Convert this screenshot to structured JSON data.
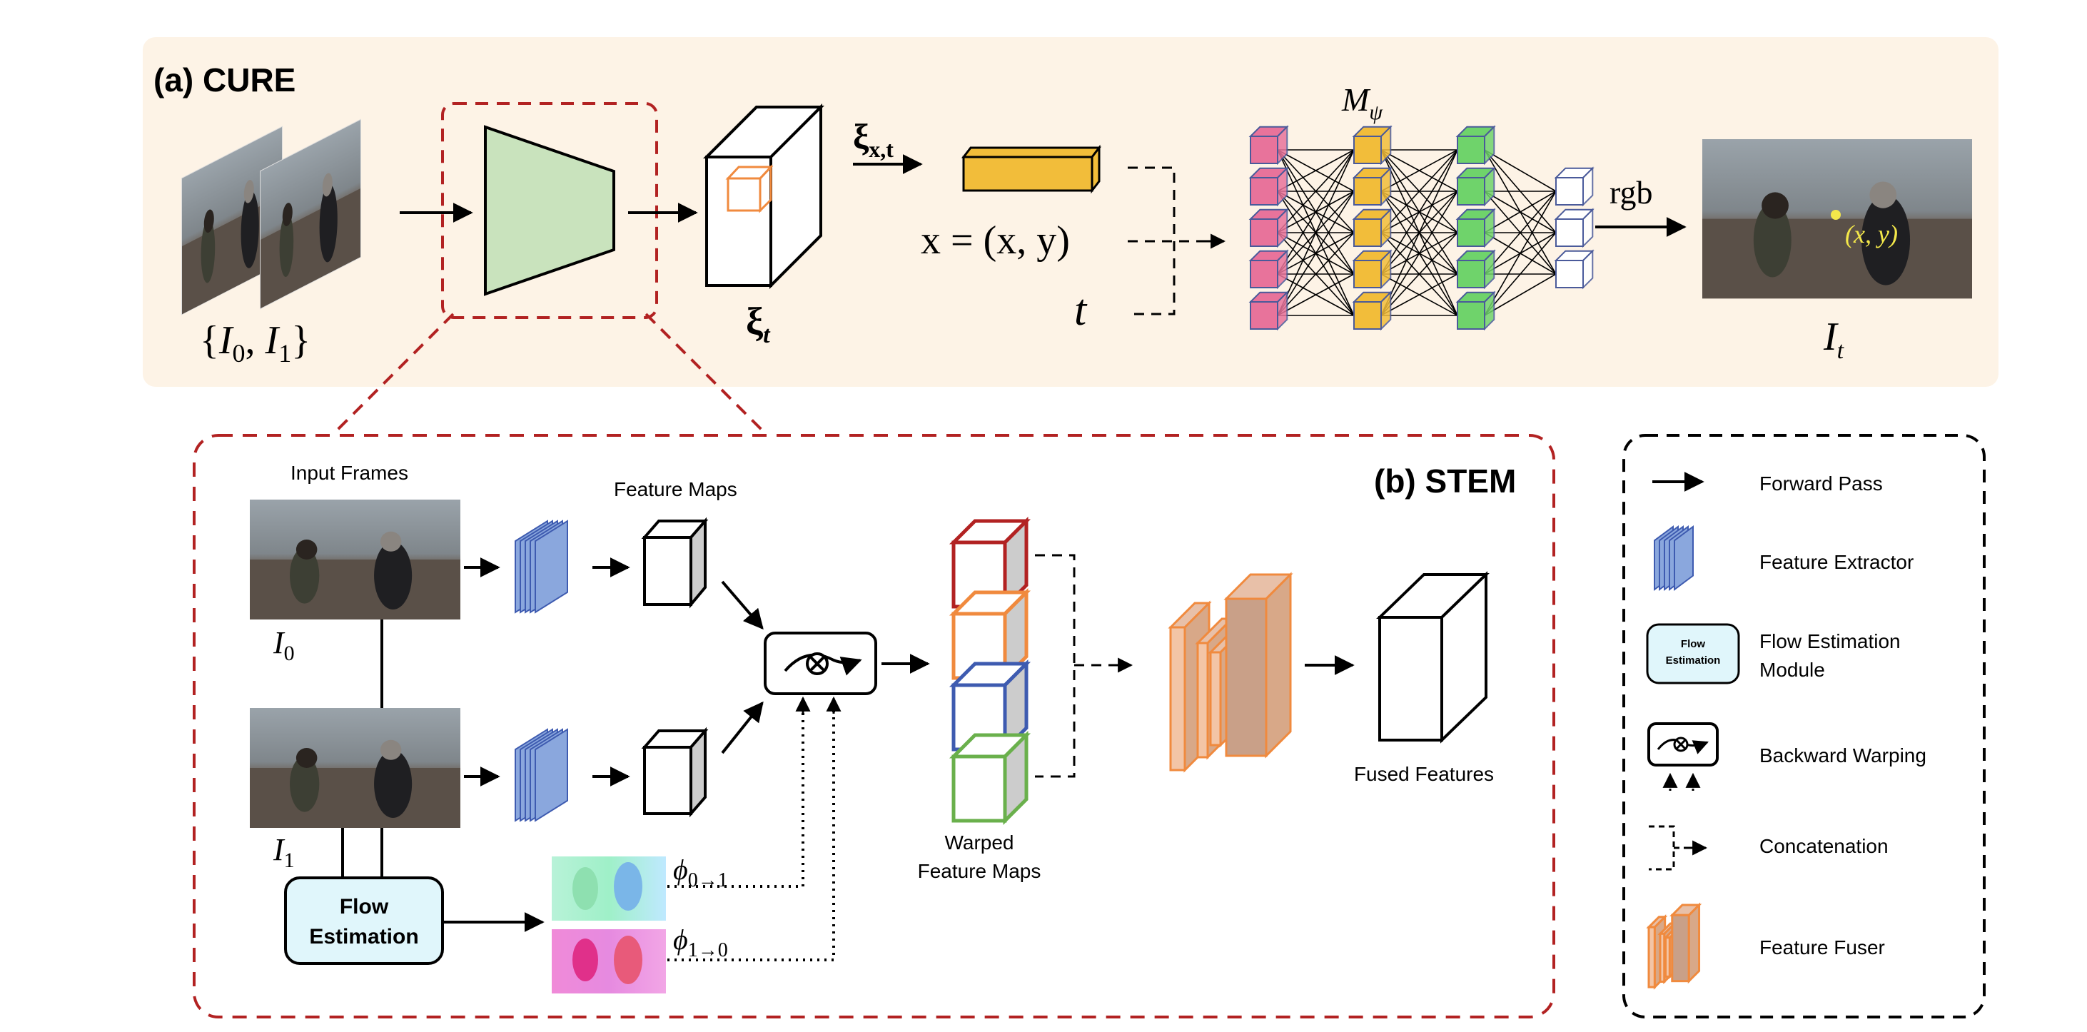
{
  "panel_a": {
    "title": "(a) CURE",
    "input_label_open": "{",
    "input_I": "I",
    "input_sub0": "0",
    "input_comma": ", ",
    "input_sub1": "1",
    "input_label_close": "}",
    "xi_t_main": "ξ",
    "xi_t_sub": "t",
    "xi_xt_main": "ξ",
    "xi_xt_sub": "x,t",
    "coord_label": "x = (x, y)",
    "time_label": "t",
    "mlp_main": "M",
    "mlp_sub": "ψ",
    "rgb_label": "rgb",
    "point_label": "(x, y)",
    "output_main": "I",
    "output_sub": "t"
  },
  "panel_b": {
    "title": "(b) STEM",
    "input_frames_label": "Input Frames",
    "feature_maps_label": "Feature Maps",
    "i0_main": "I",
    "i0_sub": "0",
    "i1_main": "I",
    "i1_sub": "1",
    "flow_estimation_line1": "Flow",
    "flow_estimation_line2": "Estimation",
    "phi01_main": "ϕ",
    "phi01_sub": "0→1",
    "phi10_main": "ϕ",
    "phi10_sub": "1→0",
    "warped_line1": "Warped",
    "warped_line2": "Feature Maps",
    "fused_label": "Fused Features"
  },
  "legend": {
    "forward_pass": "Forward Pass",
    "feature_extractor": "Feature Extractor",
    "flow_module_line1": "Flow Estimation",
    "flow_module_line2": "Module",
    "flow_icon_line1": "Flow",
    "flow_icon_line2": "Estimation",
    "backward_warping": "Backward Warping",
    "concatenation": "Concatenation",
    "feature_fuser": "Feature Fuser"
  },
  "colors": {
    "panel_a_bg": "#fdf3e6",
    "dashed_red": "#b22222",
    "encoder_green": "#c9e3bd",
    "latent_yellow": "#f2bd3a",
    "node_pink": "#e8739b",
    "node_yellow": "#f2bd3a",
    "node_green": "#6fd36b",
    "feature_blue": "#8aa7dd",
    "fuser_orange": "#f08a3e",
    "fuser_fill": "#c9a088",
    "flow_box": "#e0f6fb",
    "point_yellow": "#f4e84a"
  }
}
